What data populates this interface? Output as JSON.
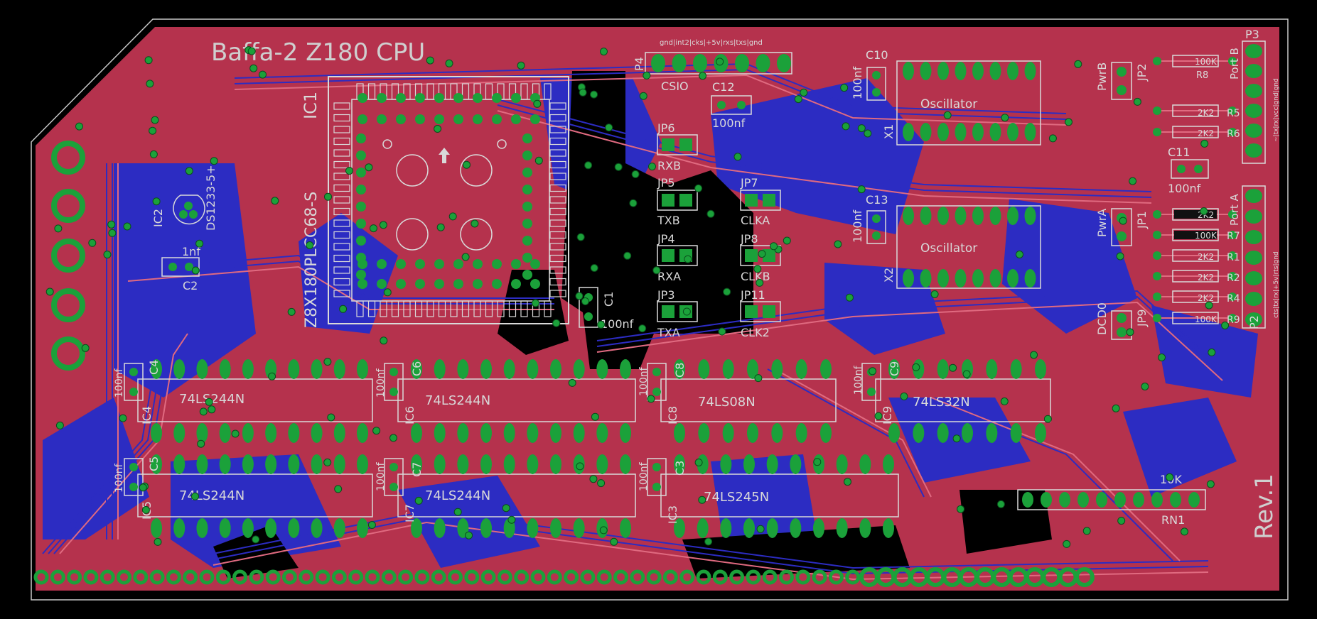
{
  "board": {
    "title": "Baffa-2 Z180 CPU",
    "revision": "Rev.1",
    "colors": {
      "background": "#000000",
      "top_copper": "#b5324d",
      "bottom_copper": "#2c2cc2",
      "pad": "#1ba13a",
      "silkscreen": "#d9d9d9",
      "outline": "#c8c8c8"
    }
  },
  "labels": {
    "cpu_ref": "IC1",
    "cpu_part": "Z8X180PLCC68-S",
    "ic2_ref": "IC2",
    "ic2_part": "DS1233-5+",
    "c2_ref": "C2",
    "c2_val": "1nf",
    "c1_ref": "C1",
    "c1_val": "100nf",
    "p4_ref": "P4",
    "p4_pins": "gnd|int2|cks|+5v|rxs|txs|gnd",
    "p4_name": "CSIO",
    "c12_ref": "C12",
    "c12_val": "100nf",
    "c10_ref": "C10",
    "c10_val": "100nf",
    "c13_ref": "C13",
    "c13_val": "100nf",
    "c11_ref": "C11",
    "c11_val": "100nf",
    "x1_ref": "X1",
    "x1_name": "Oscillator",
    "x2_ref": "X2",
    "x2_name": "Oscillator",
    "jp6": "JP6",
    "rxb": "RXB",
    "jp5": "JP5",
    "txb": "TXB",
    "jp4": "JP4",
    "rxa": "RXA",
    "jp3": "JP3",
    "txa": "TXA",
    "jp7": "JP7",
    "clka": "CLKA",
    "jp8": "JP8",
    "clkb": "CLKB",
    "jp11": "JP11",
    "clk2": "CLK2",
    "jp2": "JP2",
    "pwrb": "PwrB",
    "jp1": "JP1",
    "pwra": "PwrA",
    "jp9": "JP9",
    "dcd0": "DCD0",
    "p3_ref": "P3",
    "p2_ref": "P2",
    "port_b": "Port B",
    "port_a": "Port A",
    "port_b_pins": "~|tx|rx|vcc|gnd|gnd",
    "port_a_pins": "cts|tx|rx|+5v|rts|gnd",
    "r8_ref": "R8",
    "r8_val": "100K",
    "r5_ref": "R5",
    "r5_val": "2K2",
    "r6_ref": "R6",
    "r6_val": "2K2",
    "r7_ref": "R7",
    "r7_val": "100K",
    "r1_ref": "R1",
    "r1_val": "2K2",
    "r2_ref": "R2",
    "r2_val": "2K2",
    "r4_ref": "R4",
    "r4_val": "2K2",
    "r9_ref": "R9",
    "r9_val": "100K",
    "r_extra_val": "2K2",
    "rn1_ref": "RN1",
    "rn1_val": "10K",
    "ic4_ref": "IC4",
    "ic4_part": "74LS244N",
    "c4_ref": "C4",
    "c4_val": "100nf",
    "ic5_ref": "IC5",
    "ic5_part": "74LS244N",
    "c5_ref": "C5",
    "c5_val": "100nf",
    "ic6_ref": "IC6",
    "ic6_part": "74LS244N",
    "c6_ref": "C6",
    "c6_val": "100nf",
    "ic7_ref": "IC7",
    "ic7_part": "74LS244N",
    "c7_ref": "C7",
    "c7_val": "100nf",
    "ic8_ref": "IC8",
    "ic8_part": "74LS08N",
    "c8_ref": "C8",
    "c8_val": "100nf",
    "ic3_ref": "IC3",
    "ic3_part": "74LS245N",
    "c3_ref": "C3",
    "c3_val": "100nf",
    "ic9_ref": "IC9",
    "ic9_part": "74LS32N",
    "c9_ref": "C9",
    "c9_val": "100nf"
  }
}
